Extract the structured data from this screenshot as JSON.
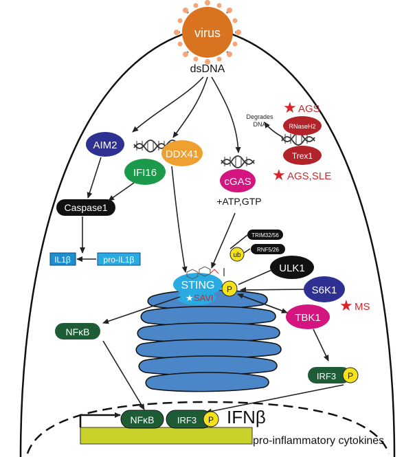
{
  "virus": {
    "label": "virus"
  },
  "dsdna": {
    "label": "dsDNA"
  },
  "nodes": {
    "aim2": "AIM2",
    "ifi16": "IFI16",
    "ddx41": "DDX41",
    "cgas": "cGAS",
    "atp_gtp": "+ATP,GTP",
    "caspase1": "Caspase1",
    "il1b": "IL1β",
    "pro_il1b": "pro-IL1β",
    "trim": "TRIM32/56",
    "rnf": "RNF5/26",
    "ub": "ub",
    "ulk1": "ULK1",
    "sting": "STING",
    "savi": "SAVI",
    "p": "P",
    "s6k1": "S6K1",
    "tbk1": "TBK1",
    "ms": "MS",
    "nfkb": "NFκB",
    "irf3": "IRF3",
    "rnaseh2": "RNaseH2",
    "trex1": "Trex1",
    "degrades": "Degrades",
    "dna": "DNA",
    "ags": "AGS",
    "ags_sle": "AGS,SLE",
    "ifnb": "IFNβ",
    "cytokines": "pro-inflammatory cytokines"
  },
  "colors": {
    "virus": "#d9731f",
    "aim2": "#2e3192",
    "ifi16": "#1a9a4a",
    "ddx41": "#f0a030",
    "cgas": "#d4147f",
    "sting": "#29abe2",
    "tbk1": "#d4147f",
    "s6k1": "#2e3192",
    "nfkb": "#1e5c36",
    "irf3": "#1e5c36",
    "phos": "#f5e11c",
    "golgi": "#4a86c8",
    "red": "#d8232a",
    "dna_box": "#c8d22a",
    "il_box": "#1c8fd1"
  }
}
